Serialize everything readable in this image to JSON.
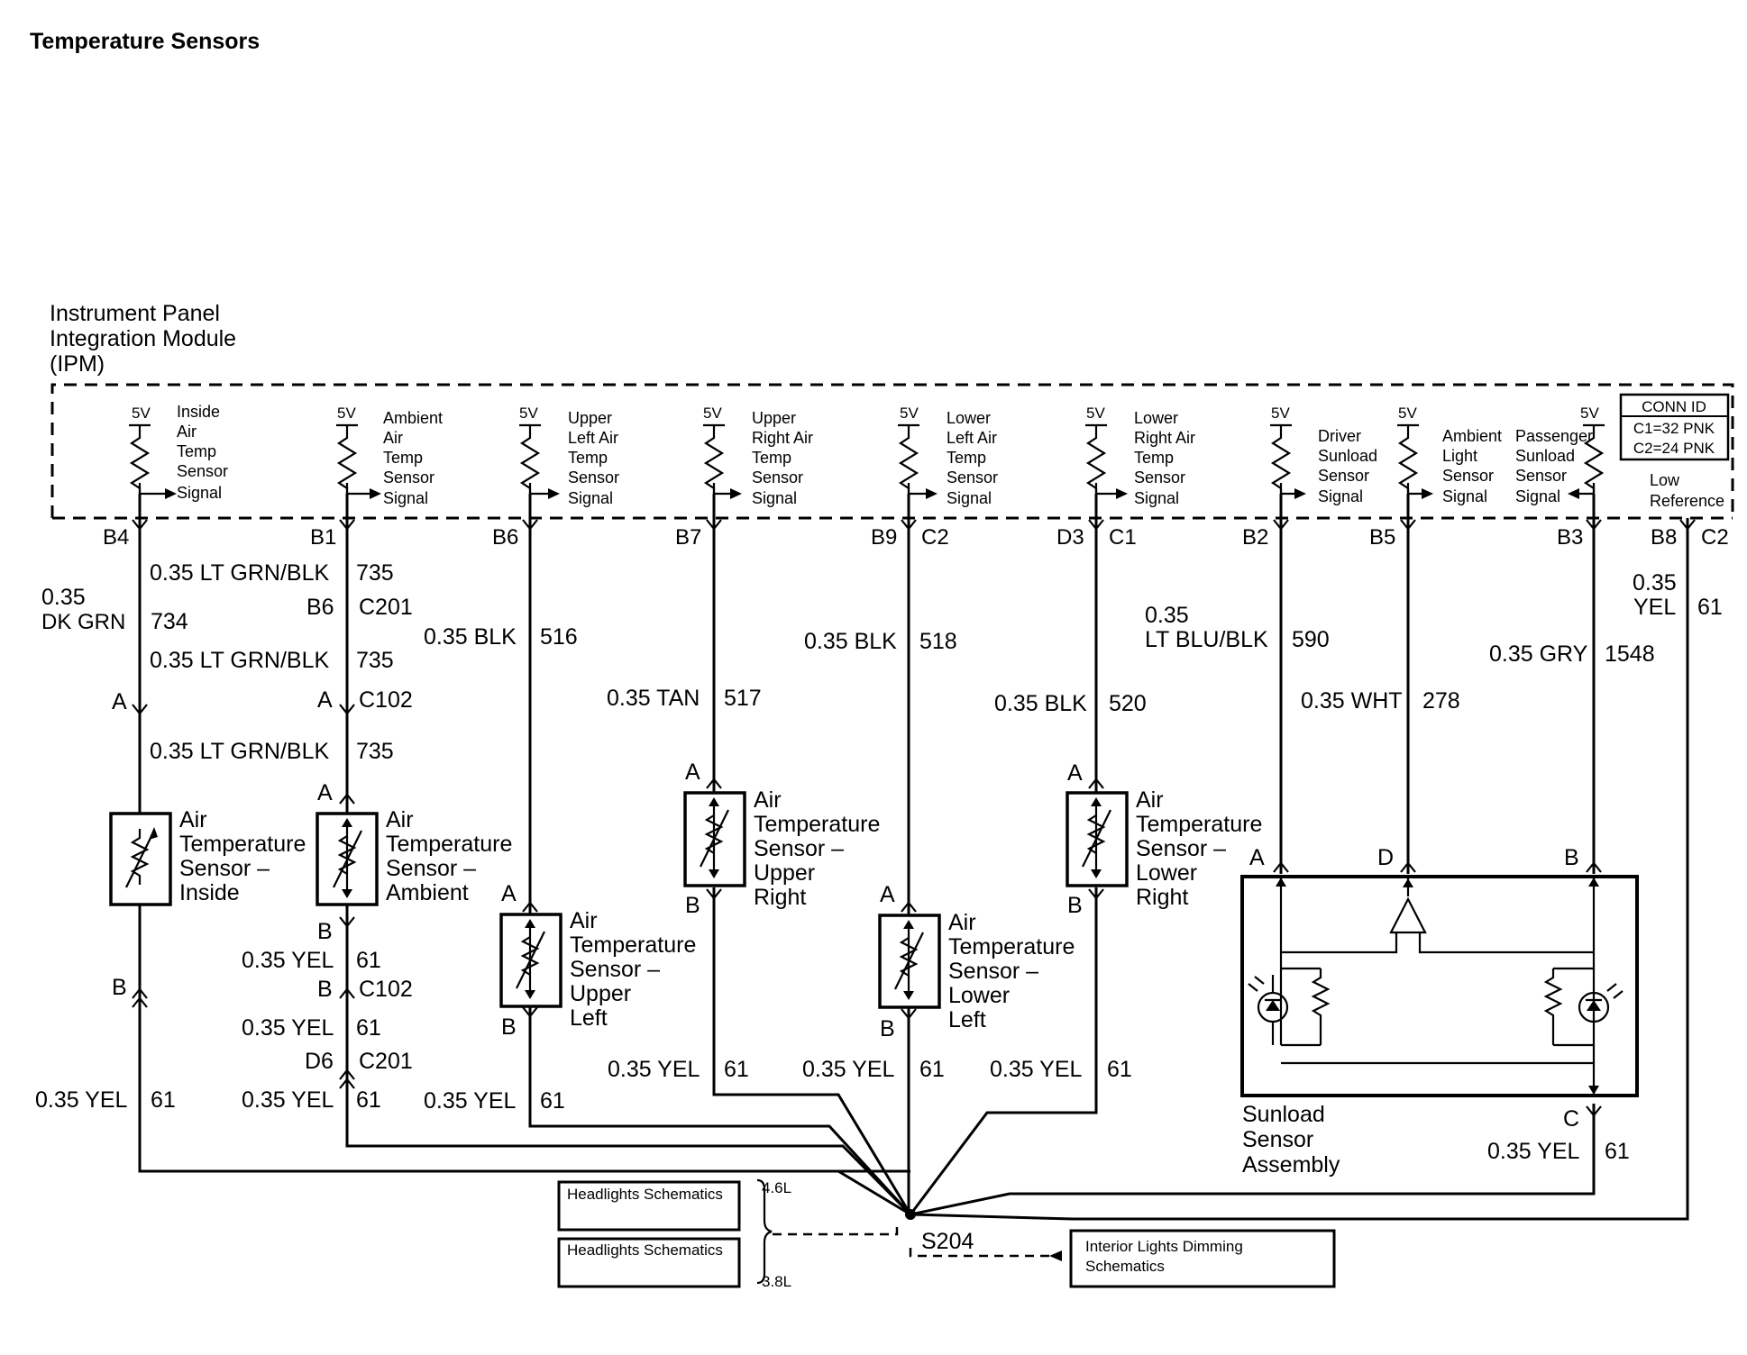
{
  "title": "Temperature Sensors",
  "module": {
    "name_lines": [
      "Instrument Panel",
      "Integration Module",
      "(IPM)"
    ],
    "conn_id": [
      "CONN ID",
      "C1=32 PNK",
      "C2=24 PNK"
    ],
    "low_reference": [
      "Low",
      "Reference"
    ],
    "supply": "5V",
    "signals": [
      [
        "Inside",
        "Air",
        "Temp",
        "Sensor",
        "Signal"
      ],
      [
        "Ambient",
        "Air",
        "Temp",
        "Sensor",
        "Signal"
      ],
      [
        "Upper",
        "Left Air",
        "Temp",
        "Sensor",
        "Signal"
      ],
      [
        "Upper",
        "Right Air",
        "Temp",
        "Sensor",
        "Signal"
      ],
      [
        "Lower",
        "Left Air",
        "Temp",
        "Sensor",
        "Signal"
      ],
      [
        "Lower",
        "Right Air",
        "Temp",
        "Sensor",
        "Signal"
      ],
      [
        "Driver",
        "Sunload",
        "Sensor",
        "Signal"
      ],
      [
        "Ambient",
        "Light",
        "Sensor",
        "Signal"
      ],
      [
        "Passenger",
        "Sunload",
        "Sensor",
        "Signal"
      ]
    ]
  },
  "pins": {
    "b4": "B4",
    "b1": "B1",
    "b6": "B6",
    "b7": "B7",
    "b9": "B9",
    "c2a": "C2",
    "d3": "D3",
    "c1": "C1",
    "b2": "B2",
    "b5": "B5",
    "b3": "B3",
    "b8": "B8",
    "c2b": "C2"
  },
  "wires": {
    "inside_size": "0.35",
    "inside_color": "DK GRN",
    "inside_circuit": "734",
    "ambient_color": "0.35 LT GRN/BLK",
    "ambient_circuit": "735",
    "ul_color": "0.35 BLK",
    "ul_circuit": "516",
    "ur_color": "0.35 TAN",
    "ur_circuit": "517",
    "ll_color": "0.35 BLK",
    "ll_circuit": "518",
    "lr_color": "0.35 BLK",
    "lr_circuit": "520",
    "drv_size": "0.35",
    "drv_color": "LT BLU/BLK",
    "drv_circuit": "590",
    "amb_light_color": "0.35 WHT",
    "amb_light_circuit": "278",
    "pass_color": "0.35 GRY",
    "pass_circuit": "1548",
    "lowref_size": "0.35",
    "lowref_color": "YEL",
    "lowref_circuit": "61",
    "yel": "0.35 YEL",
    "yel_circuit": "61"
  },
  "connectors": {
    "c201": "C201",
    "c102": "C102",
    "b6": "B6",
    "a": "A",
    "b": "B",
    "c": "C",
    "d": "D",
    "d6": "D6"
  },
  "sensors": {
    "inside": [
      "Air",
      "Temperature",
      "Sensor –",
      "Inside"
    ],
    "ambient": [
      "Air",
      "Temperature",
      "Sensor –",
      "Ambient"
    ],
    "upper_left": [
      "Air",
      "Temperature",
      "Sensor –",
      "Upper",
      "Left"
    ],
    "upper_right": [
      "Air",
      "Temperature",
      "Sensor –",
      "Upper",
      "Right"
    ],
    "lower_left": [
      "Air",
      "Temperature",
      "Sensor –",
      "Lower",
      "Left"
    ],
    "lower_right": [
      "Air",
      "Temperature",
      "Sensor –",
      "Lower",
      "Right"
    ],
    "sunload": [
      "Sunload",
      "Sensor",
      "Assembly"
    ]
  },
  "splice": "S204",
  "references": {
    "headlights_1": "Headlights Schematics",
    "headlights_2": "Headlights Schematics",
    "engine_1": "4.6L",
    "engine_2": "3.8L",
    "interior": [
      "Interior Lights Dimming",
      "Schematics"
    ]
  }
}
